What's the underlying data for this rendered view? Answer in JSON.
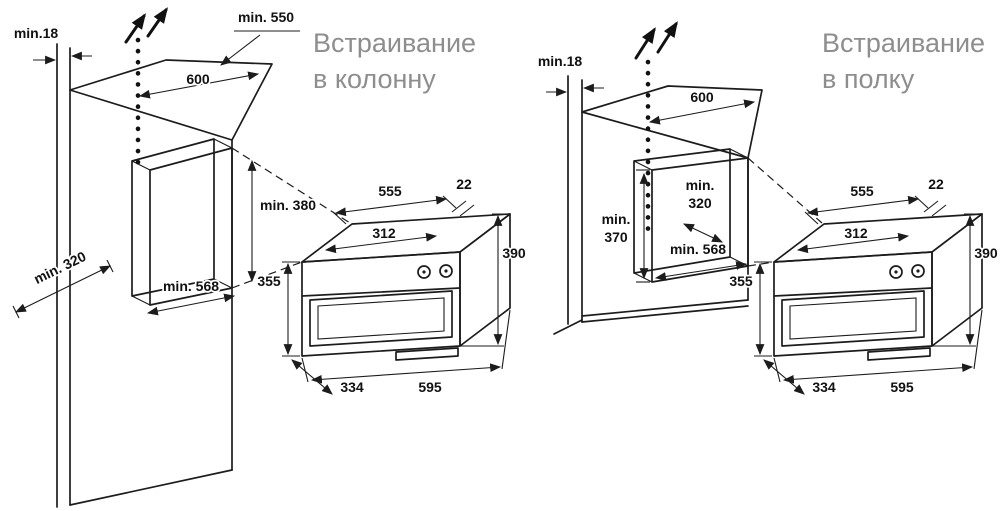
{
  "titles": {
    "column": {
      "line1": "Встраивание",
      "line2": "в колонну"
    },
    "shelf": {
      "line1": "Встраивание",
      "line2": "в полку"
    }
  },
  "column": {
    "min18": "min.18",
    "min550": "min. 550",
    "width600": "600",
    "min380": "min. 380",
    "min320": "min. 320",
    "min568": "min. 568"
  },
  "shelf": {
    "min18": "min.18",
    "width600": "600",
    "min370_a": "min.",
    "min370_b": "370",
    "min320_a": "min.",
    "min320_b": "320",
    "min568": "min. 568"
  },
  "oven": {
    "w555": "555",
    "d312": "312",
    "g22": "22",
    "h390": "390",
    "h355": "355",
    "d334": "334",
    "w595": "595"
  },
  "colors": {
    "line": "#1c1c1c",
    "title_text": "#8e8e8e",
    "background": "#ffffff"
  }
}
